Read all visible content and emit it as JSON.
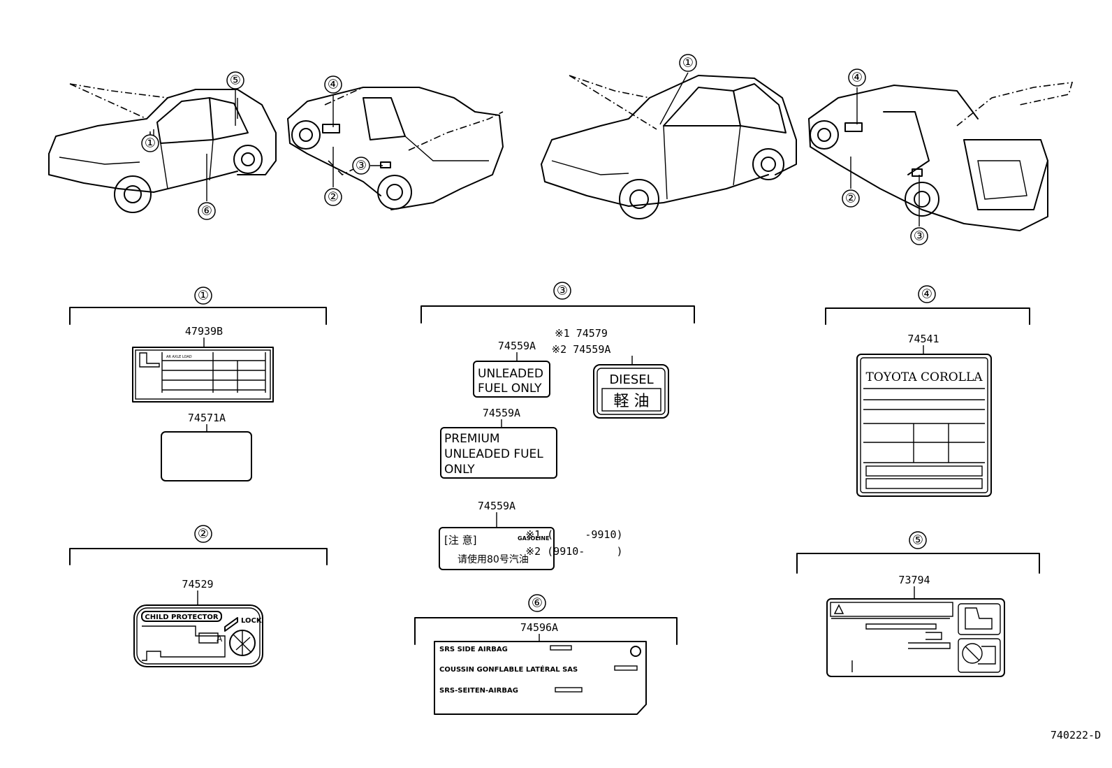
{
  "callouts": [
    "①",
    "②",
    "③",
    "④",
    "⑤",
    "⑥"
  ],
  "groups": {
    "g1": {
      "num": "①",
      "parts": [
        "47939B",
        "74571A"
      ],
      "label_header": "AR AXLE LOAD"
    },
    "g2": {
      "num": "②",
      "parts": [
        "74529"
      ],
      "label_title": "CHILD PROTECTOR",
      "lock": "LOCK",
      "marker": "A"
    },
    "g3": {
      "num": "③",
      "p1": "74559A",
      "p1_text": [
        "UNLEADED",
        "FUEL ONLY"
      ],
      "p2": "74559A",
      "p2_text": [
        "PREMIUM",
        "UNLEADED FUEL",
        "ONLY"
      ],
      "p3": "74559A",
      "p3_text": [
        "[注 意]",
        "GASOLINE",
        "请使用80号汽油"
      ],
      "diesel_ref1": "※1 74579",
      "diesel_ref2": "※2 74559A",
      "diesel_text": [
        "DIESEL",
        "軽 油"
      ],
      "note1": "※1 (     -9910)",
      "note2": "※2 (9910-     )"
    },
    "g4": {
      "num": "④",
      "parts": [
        "74541"
      ],
      "label_title": "TOYOTA COROLLA"
    },
    "g5": {
      "num": "⑤",
      "parts": [
        "73794"
      ]
    },
    "g6": {
      "num": "⑥",
      "parts": [
        "74596A"
      ],
      "lines": [
        "SRS  SIDE AIRBAG",
        "COUSSIN GONFLABLE LATÉRAL SAS",
        "SRS-SEITEN-AIRBAG"
      ]
    }
  },
  "diagram_id": "740222-D"
}
